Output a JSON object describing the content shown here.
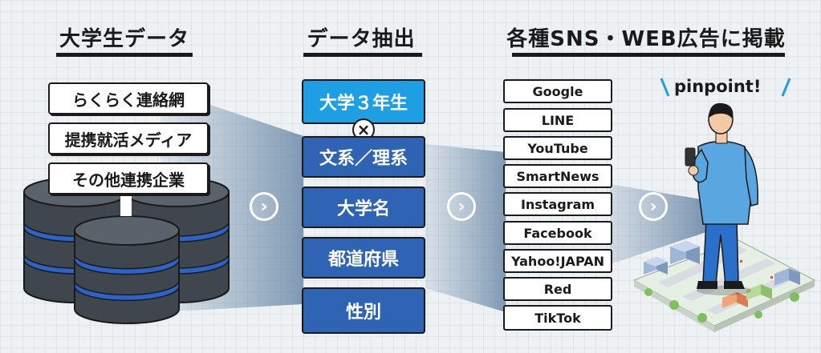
{
  "headings": {
    "data": "大学生データ",
    "extract": "データ抽出",
    "ads": "各種SNS・WEB広告に掲載"
  },
  "sources": [
    "らくらく連絡網",
    "提携就活メディア",
    "その他連携企業"
  ],
  "extraction": {
    "highlight": "大学３年生",
    "times_symbol": "×",
    "filters": [
      "文系／理系",
      "大学名",
      "都道府県",
      "性別"
    ]
  },
  "media": [
    "Google",
    "LINE",
    "YouTube",
    "SmartNews",
    "Instagram",
    "Facebook",
    "Yahoo!JAPAN",
    "Red",
    "TikTok"
  ],
  "pinpoint": "pinpoint!",
  "arrow_symbol": "›",
  "colors": {
    "extract_box": "#2f63b4",
    "extract_highlight": "#1f9fe3",
    "database_stripe": "#2c63c8",
    "database_body": "#3f464e",
    "beam": "#6c8aa8"
  },
  "icons": [
    "database-icon",
    "chevron-right-icon",
    "person-with-phone-illustration",
    "city-map-illustration"
  ]
}
